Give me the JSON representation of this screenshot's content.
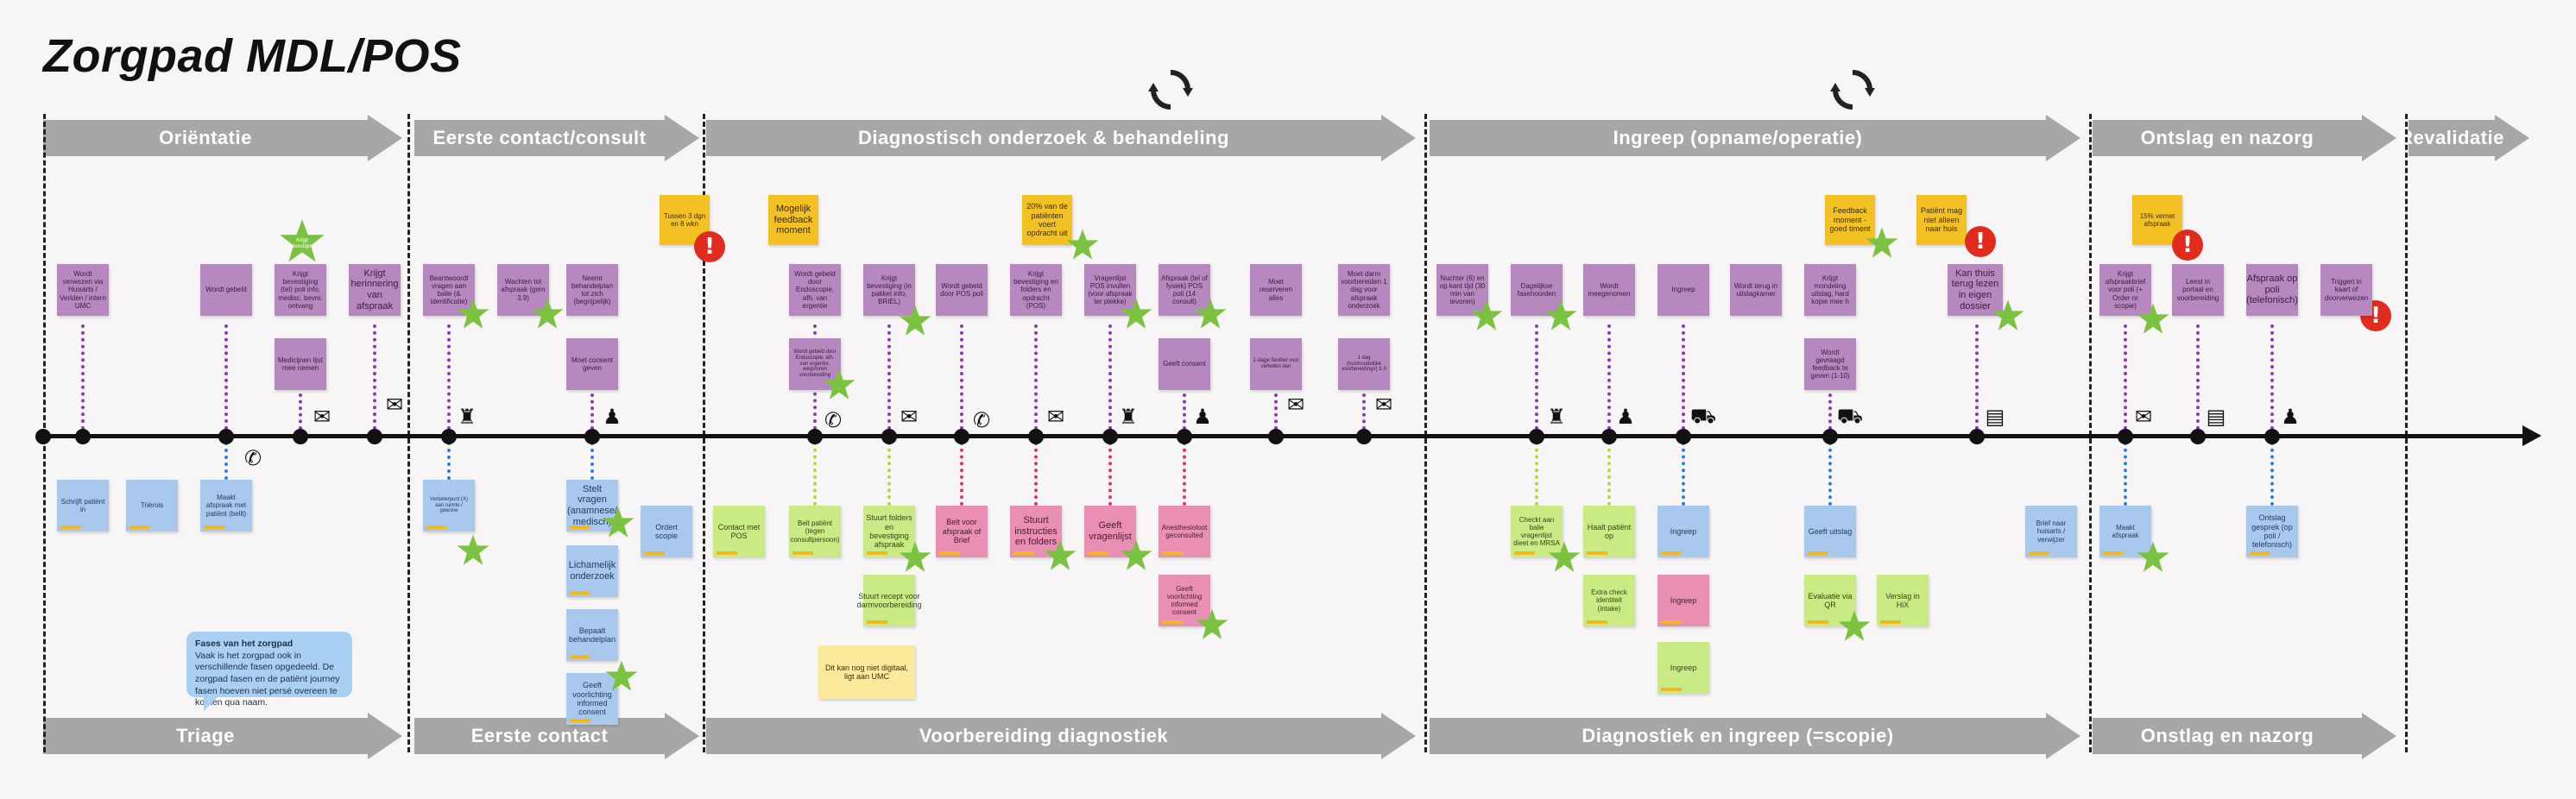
{
  "title": "Zorgpad MDL/POS",
  "top_phases": [
    {
      "label": "Oriëntatie"
    },
    {
      "label": "Eerste contact/consult"
    },
    {
      "label": "Diagnostisch onderzoek & behandeling"
    },
    {
      "label": "Ingreep (opname/operatie)"
    },
    {
      "label": "Ontslag en nazorg"
    },
    {
      "label": "Revalidatie"
    }
  ],
  "bottom_phases": [
    {
      "label": "Triage"
    },
    {
      "label": "Eerste contact"
    },
    {
      "label": "Voorbereiding diagnostiek"
    },
    {
      "label": "Diagnostiek en ingreep (=scopie)"
    },
    {
      "label": "Onstlag en nazorg"
    }
  ],
  "yellow_notes": [
    {
      "text": "Tussen 3 dgn en 8 wkn"
    },
    {
      "text": "Mogelijk feedback moment"
    },
    {
      "text": "20% van de patiënten voert opdracht uit"
    },
    {
      "text": "Feedback moment - goed timent"
    },
    {
      "text": "Patiënt mag niet alleen naar huis"
    },
    {
      "text": "15% vernet afspraak"
    }
  ],
  "purple_notes": [
    {
      "text": "Wordt verwezen via Huisarts / Verlden / intern UMC"
    },
    {
      "text": "Wordt gebeld"
    },
    {
      "text": "Krijgt bevestiging (tel) poli info, medisc. bevm. ontvang"
    },
    {
      "text": "Medicijnen lijst mee nemen"
    },
    {
      "text": "Krijgt herinnering van afspraak"
    },
    {
      "text": "Beantwoordt vragen aan balie (& identificatie)"
    },
    {
      "text": "Wachten tot afspraak (gem 3.9)"
    },
    {
      "text": "Neemt behandelplan tot zich (begrijpelijk)"
    },
    {
      "text": "Moet consent geven"
    },
    {
      "text": "Wordt gebeld door Endoscopie, afh. van ergentie"
    },
    {
      "text": "Wordt gebeld door Endoscopie, afh. van ergentie, wegsturen voorbereiding"
    },
    {
      "text": "Krijgt bevestiging (in pakket info, BRIEL)"
    },
    {
      "text": "Wordt gebeld door POS poli"
    },
    {
      "text": "Krijgt bevestiging en folders en opdracht (POS)"
    },
    {
      "text": "Vragenlijst POS invullen (voor afspraak ter plekke)"
    },
    {
      "text": "Afspraak (tel of fysiek) POS poli (14 consult)"
    },
    {
      "text": "Geeft consent"
    },
    {
      "text": "Moet reserveren alles"
    },
    {
      "text": "1 dagje flexibel voor verleden dan"
    },
    {
      "text": "Moet darm voorbereiden 1 dag voor afspraak onderzoek"
    },
    {
      "text": "1 dag (huishoudelijke voorbereidings) 2-3"
    },
    {
      "text": "Nuchter (6) en op kant tijd (30 min van tevoren)"
    },
    {
      "text": "Dagelijkse fasehoorden"
    },
    {
      "text": "Wordt meegenomen"
    },
    {
      "text": "Ingreep"
    },
    {
      "text": "Wordt terug in uitslagkamer"
    },
    {
      "text": "Krijgt mondeling uitslag, hard kopie mee h"
    },
    {
      "text": "Wordt gevraagd feedback te geven (1-10)"
    },
    {
      "text": "Kan thuis terug lezen in eigen dossier"
    },
    {
      "text": "Krijgt afspraakbrief voor poli (+ Order nr scopie)"
    },
    {
      "text": "Leest in portaal en voorbereiding"
    },
    {
      "text": "Afspraak op poli (telefonisch)"
    },
    {
      "text": "Triggert in kaart of doorverwezen"
    }
  ],
  "blue_notes": [
    {
      "text": "Schrijft patiënt in"
    },
    {
      "text": "Trièrois"
    },
    {
      "text": "Maakt afspraak met patiënt (bellt)"
    },
    {
      "text": "Verbeterpunt (X) aan ruimte / gewone"
    },
    {
      "text": "Stelt vragen (anamnese/ medisch)"
    },
    {
      "text": "Lichamelijk onderzoek"
    },
    {
      "text": "Bepaalt behandelplan"
    },
    {
      "text": "Geeft voorlichting informed consent"
    },
    {
      "text": "Ordert scopie"
    },
    {
      "text": "Ingreep"
    },
    {
      "text": "Geeft uitslag"
    },
    {
      "text": "Brief naar huisarts / verwijzer"
    },
    {
      "text": "Maakt afspraak"
    },
    {
      "text": "Ontslag gesprek (op poli / telefonisch)"
    }
  ],
  "green_notes": [
    {
      "text": "Contact met POS"
    },
    {
      "text": "Belt patiënt (tegen consultpersoon)"
    },
    {
      "text": "Stuurt folders en bevestiging afspraak"
    },
    {
      "text": "Stuurt recept voor darmvoorbereiding"
    },
    {
      "text": "Checkt aan balie vragenlijst dieet en MRSA"
    },
    {
      "text": "Haalt patiënt op"
    },
    {
      "text": "Extra check identiteit (intake)"
    },
    {
      "text": "Ingreep"
    },
    {
      "text": "Evaluatie via QR"
    },
    {
      "text": "Verslag in HiX"
    }
  ],
  "pink_notes": [
    {
      "text": "Belt voor afspraak of Brief"
    },
    {
      "text": "Stuurt instructies en folders"
    },
    {
      "text": "Geeft vragenlijst"
    },
    {
      "text": "Anesthesioloot geconsulted"
    },
    {
      "text": "Geeft voorlichting informed consent"
    },
    {
      "text": "Ingreep"
    }
  ],
  "lightyellow_notes": [
    {
      "text": "Dit kan nog niet digitaal, ligt aan UMC"
    }
  ],
  "star_note": {
    "text": "Krijgt bevestiging"
  },
  "callout": {
    "heading": "Fases van het zorgpad",
    "body": "Vaak is het zorgpad ook in verschillende fasen opgedeeld. De zorgpad fasen en de patiënt journey fasen hoeven niet persé overeen te komen qua naam."
  },
  "icons": {
    "phone": "phone-icon",
    "mail": "mail-icon",
    "desk": "reception-desk-icon",
    "person": "person-icon",
    "cycle": "cycle-icon",
    "alert": "alert-icon",
    "star": "star-icon",
    "web": "web-icon",
    "bed": "hospital-bed-icon"
  },
  "colors": {
    "phase_arrow": "#a7a7a7",
    "purple": "#b787c0",
    "blue": "#a9c8ee",
    "green": "#c9ea84",
    "pink": "#e98fb4",
    "yellow": "#f3c123",
    "star": "#7cc242",
    "alert": "#e02b1f"
  }
}
